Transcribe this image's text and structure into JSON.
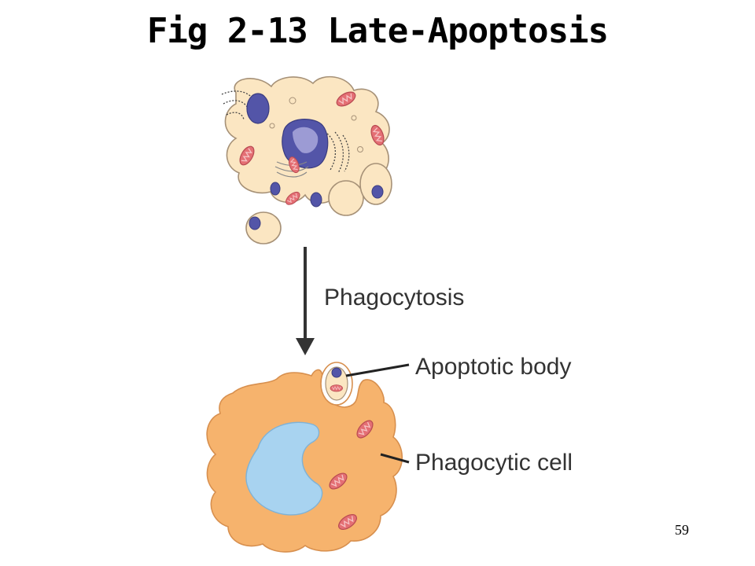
{
  "title": "Fig 2-13 Late-Apoptosis",
  "labels": {
    "step": "Phagocytosis",
    "apoptotic_body": "Apoptotic body",
    "phagocytic_cell": "Phagocytic cell"
  },
  "page_number": "59",
  "colors": {
    "fragment_fill": "#fbe6c2",
    "fragment_stroke": "#a69177",
    "nucleus": "#5355a8",
    "mitochondria": "#e46f74",
    "phagocyte_fill": "#f6b36d",
    "phagocyte_nucleus": "#a8d3f0",
    "arrow": "#333333"
  }
}
